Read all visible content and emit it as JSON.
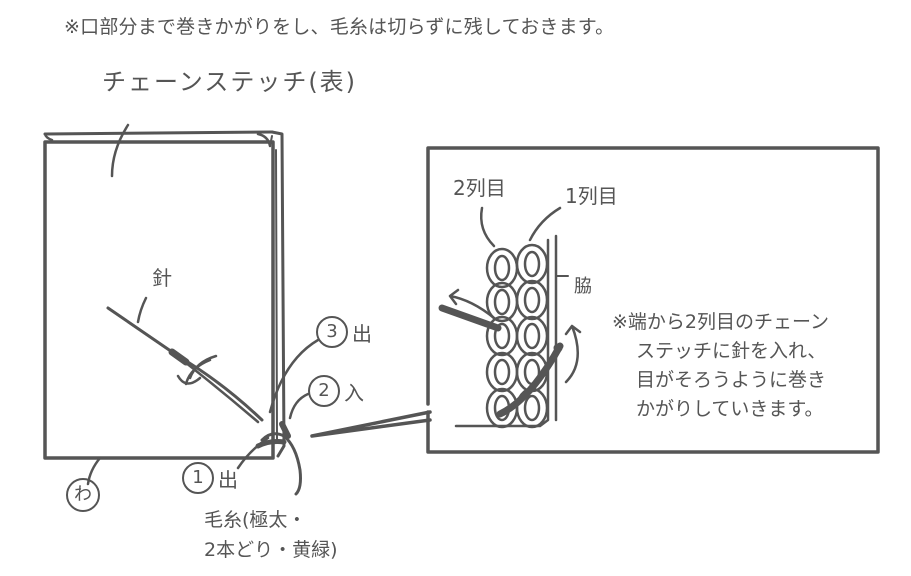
{
  "top_caption": "※口部分まで巻きかがりをし、毛糸は切らずに残しておきます。",
  "main_illustration": {
    "label_chain_stitch": "チェーンステッチ(表)",
    "label_needle": "針",
    "label_fold": "わ",
    "steps": [
      {
        "num": "3",
        "text": "出"
      },
      {
        "num": "2",
        "text": "入"
      },
      {
        "num": "1",
        "text": "出"
      }
    ],
    "yarn_label": {
      "line1": "毛糸(極太・",
      "line2": "2本どり・黄緑)"
    }
  },
  "detail_callout": {
    "label_column_2": "2列目",
    "label_column_1": "1列目",
    "label_side": "脇",
    "note_lines": [
      "※端から2列目のチェーン",
      "ステッチに針を入れ、",
      "目がそろうように巻き",
      "かがりしていきます。"
    ]
  },
  "colors": {
    "line": "#555555",
    "background": "#ffffff"
  }
}
